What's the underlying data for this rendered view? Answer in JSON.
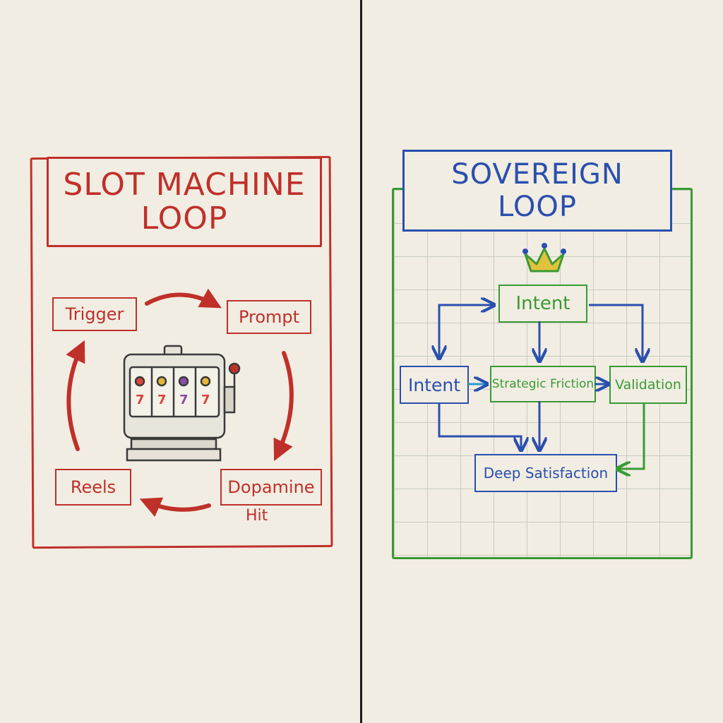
{
  "left_panel": {
    "title_line1": "SLOT MACHINE",
    "title_line2": "LOOP",
    "nodes": {
      "trigger": "Trigger",
      "prompt": "Prompt",
      "reels": "Reels",
      "dopamine": "Dopamine",
      "dopamine_line2": "Hit"
    },
    "color": "#c0302a",
    "center_icon": "slot-machine-icon"
  },
  "right_panel": {
    "title_line1": "SOVEREIGN",
    "title_line2": "LOOP",
    "nodes": {
      "intent_top": "Intent",
      "intent_left": "Intent",
      "strategic_friction": "Strategic Friction",
      "validation": "Validation",
      "deep_satisfaction": "Deep Satisfaction"
    },
    "blue": "#2a4fae",
    "green": "#3a9a34",
    "top_icon": "crown-icon"
  }
}
